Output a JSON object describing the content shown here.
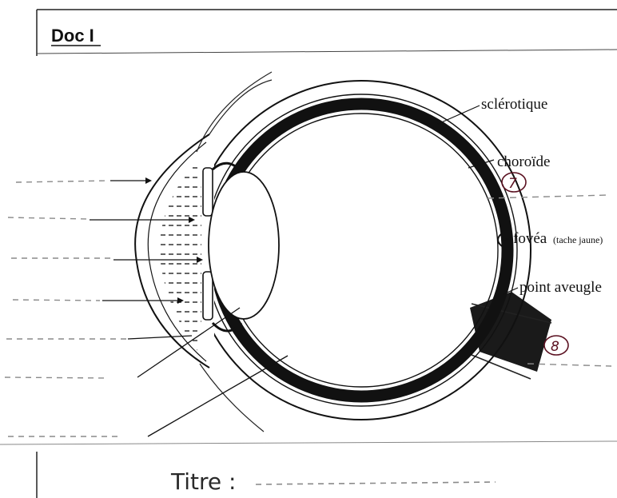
{
  "header": {
    "title": "Doc I"
  },
  "labels": {
    "sclerotique": "sclérotique",
    "choroide": "choroïde",
    "fovea": "fovéa",
    "fovea_note": "(tache jaune)",
    "point_aveugle": "point aveugle"
  },
  "markers": {
    "m7": "7",
    "m8": "8"
  },
  "footer": {
    "titre": "Titre :"
  },
  "colors": {
    "ink": "#111111",
    "pen": "#5a1020",
    "dotted": "#8a8a8a"
  }
}
